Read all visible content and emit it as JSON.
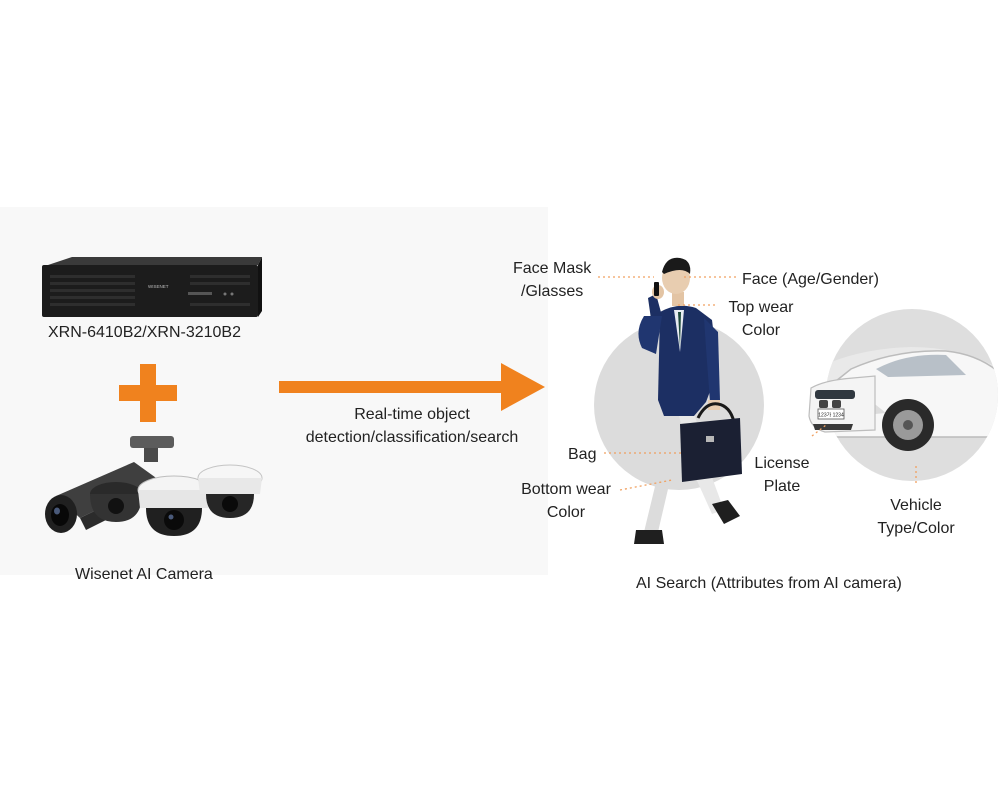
{
  "left": {
    "nvr_label": "XRN-6410B2/XRN-3210B2",
    "nvr_brand": "WISENET",
    "camera_label": "Wisenet AI Camera"
  },
  "arrow": {
    "label_line1": "Real-time object",
    "label_line2": "detection/classification/search"
  },
  "right": {
    "face_mask_line1": "Face Mask",
    "face_mask_line2": "/Glasses",
    "face": "Face (Age/Gender)",
    "top_wear_line1": "Top wear",
    "top_wear_line2": "Color",
    "bag": "Bag",
    "bottom_wear_line1": "Bottom wear",
    "bottom_wear_line2": "Color",
    "license_line1": "License",
    "license_line2": "Plate",
    "vehicle_line1": "Vehicle",
    "vehicle_line2": "Type/Color",
    "plate_text": "123가 1234",
    "caption": "AI Search (Attributes from AI camera)"
  },
  "colors": {
    "accent_orange": "#f0821e",
    "circle_gray": "#dcdcdc",
    "leader_dots": "#f0a060"
  }
}
